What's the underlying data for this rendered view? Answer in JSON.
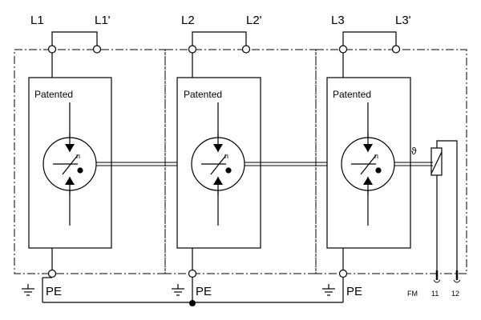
{
  "terminals": {
    "top": [
      {
        "main": "L1",
        "prime": "L1'"
      },
      {
        "main": "L2",
        "prime": "L2'"
      },
      {
        "main": "L3",
        "prime": "L3'"
      }
    ],
    "bottom": [
      "PE",
      "PE",
      "PE"
    ]
  },
  "modules": [
    {
      "label": "Patented",
      "symbol_letter": "n"
    },
    {
      "label": "Patented",
      "symbol_letter": "n"
    },
    {
      "label": "Patented",
      "symbol_letter": "n"
    }
  ],
  "thermal": {
    "symbol": "ϑ"
  },
  "remote_contact": {
    "label": "FM",
    "pins": [
      "11",
      "12"
    ]
  }
}
